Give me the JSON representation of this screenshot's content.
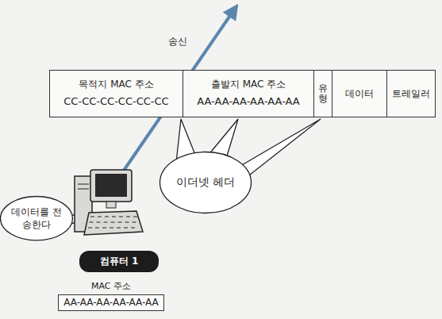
{
  "diagram": {
    "nodes": [
      {
        "text": [
          "목적지 MAC 주소",
          "CC-CC-CC-CC-CC-CC"
        ]
      },
      {
        "text": [
          "출발지 MAC 주소",
          "AA-AA-AA-AA-AA-AA"
        ]
      },
      {
        "text": [
          "유형"
        ]
      },
      {
        "text": [
          "데이터"
        ]
      },
      {
        "text": [
          "트레일러"
        ]
      },
      {
        "text": [
          "이더넷 헤더"
        ]
      },
      {
        "text": [
          "데이터를 전송한다"
        ]
      },
      {
        "text": [
          "컴퓨터 1"
        ]
      },
      {
        "text": [
          "MAC 주소",
          "AA-AA-AA-AA-AA-AA"
        ]
      }
    ],
    "labels": [
      "송신"
    ]
  }
}
